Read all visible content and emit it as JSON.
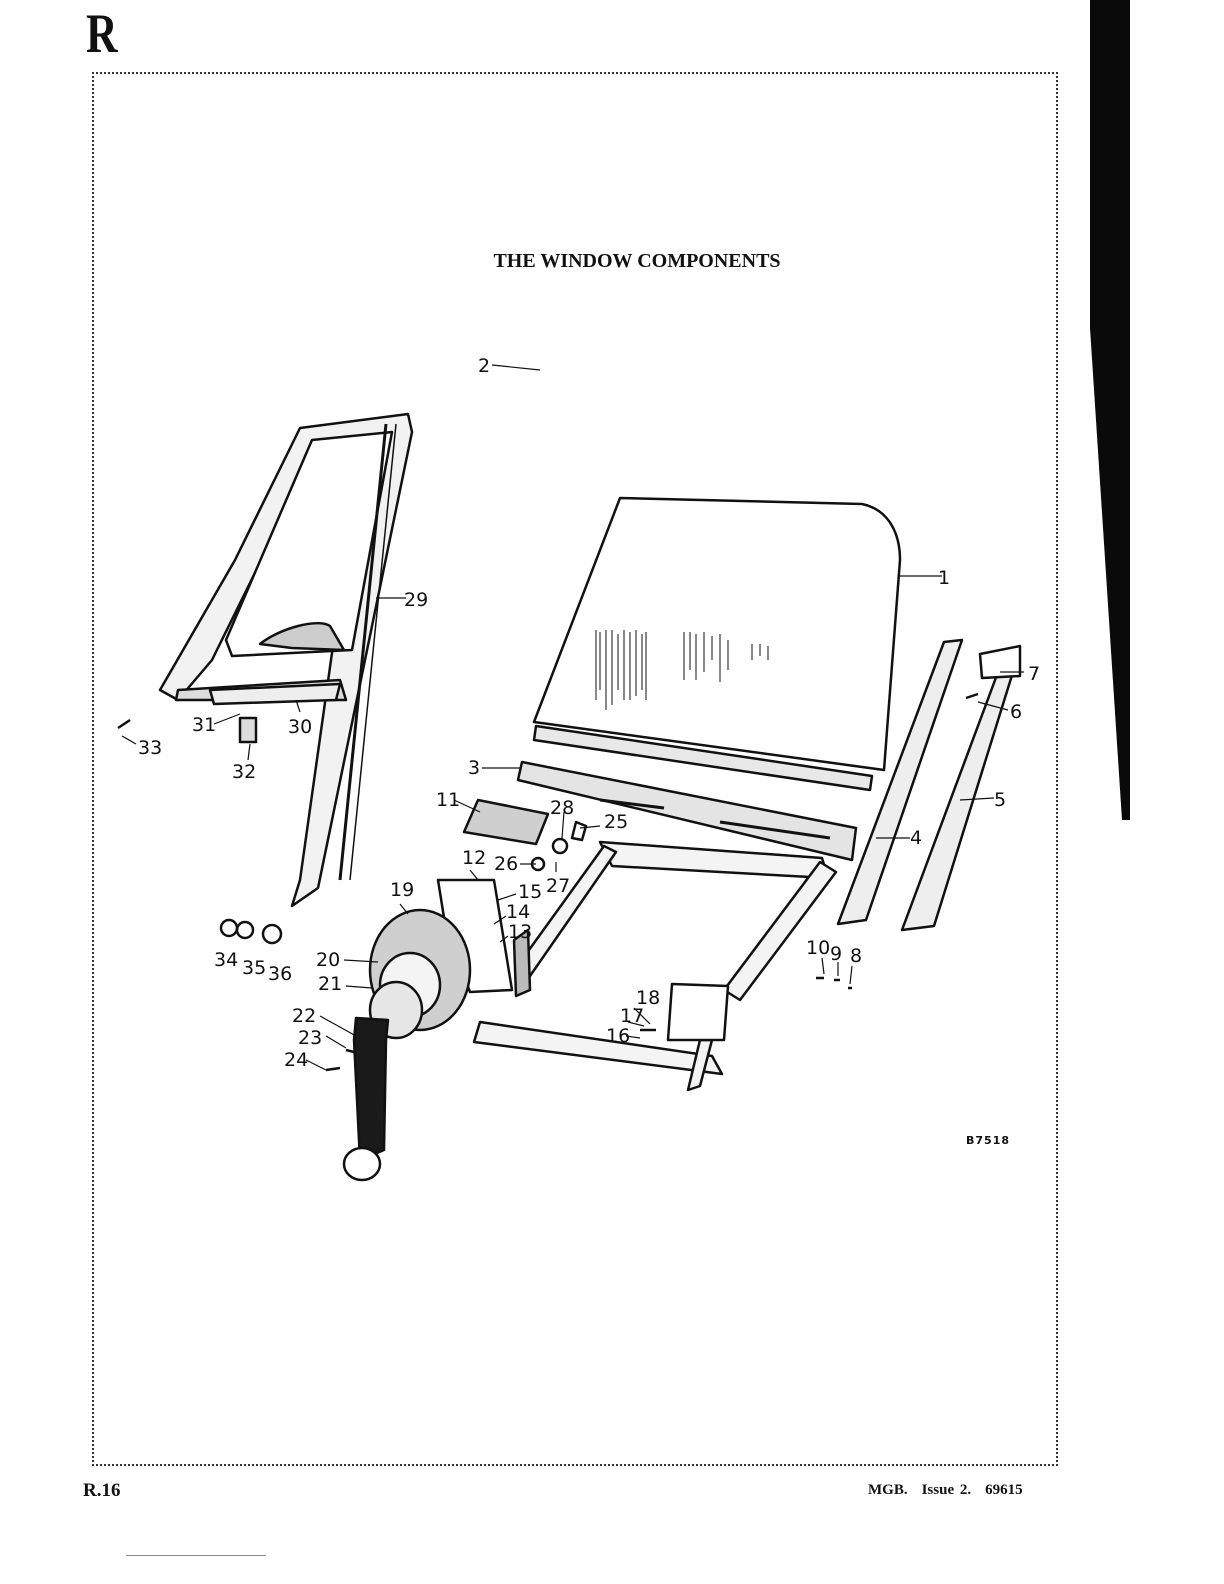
{
  "header": {
    "section_letter": "R"
  },
  "figure": {
    "title": "THE WINDOW COMPONENTS",
    "reference_code": "B7518",
    "callouts": [
      "1",
      "2",
      "3",
      "4",
      "5",
      "6",
      "7",
      "8",
      "9",
      "10",
      "11",
      "12",
      "13",
      "14",
      "15",
      "16",
      "17",
      "18",
      "19",
      "20",
      "21",
      "22",
      "23",
      "24",
      "25",
      "26",
      "27",
      "28",
      "29",
      "30",
      "31",
      "32",
      "33",
      "34",
      "35",
      "36"
    ]
  },
  "footer": {
    "page_number": "R.16",
    "model": "MGB.",
    "issue": "Issue 2.",
    "code": "69615"
  }
}
